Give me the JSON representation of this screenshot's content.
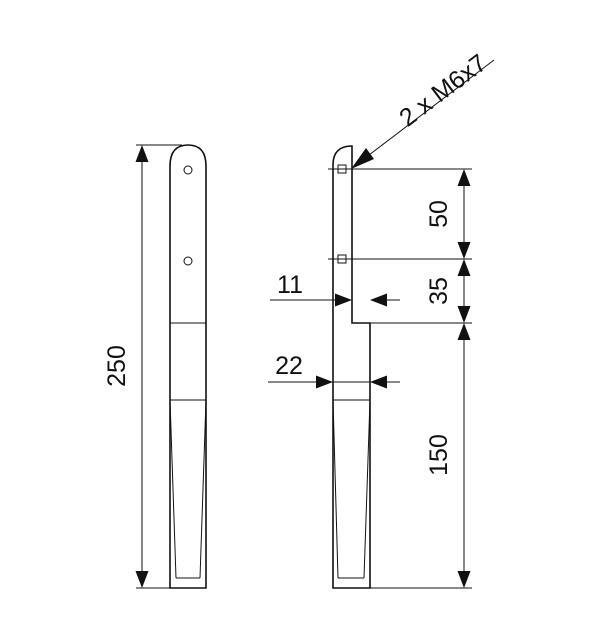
{
  "drawing": {
    "overall_length": "250",
    "hole_spacing": "50",
    "hole_to_shoulder": "35",
    "taper_length": "150",
    "plate_thickness": "11",
    "leg_width": "22",
    "thread_callout": "2 x M6x7"
  }
}
